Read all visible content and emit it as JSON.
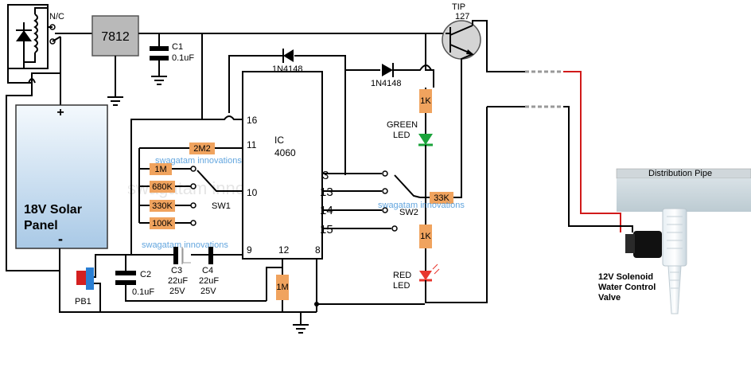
{
  "relay": {
    "label": "N/C"
  },
  "regulator": {
    "label": "7812"
  },
  "c1": {
    "name": "C1",
    "value": "0.1uF"
  },
  "ic": {
    "name": "IC",
    "part": "4060",
    "pins": {
      "p16": "16",
      "p11": "11",
      "p10": "10",
      "p9": "9",
      "p12": "12",
      "p8": "8",
      "p3": "3",
      "p13": "13",
      "p14": "14",
      "p15": "15"
    }
  },
  "diode1": {
    "label": "1N4148"
  },
  "diode2": {
    "label": "1N4148"
  },
  "transistor": {
    "name": "TIP",
    "part": "127"
  },
  "resistors": {
    "r_2m2": "2M2",
    "r_1m_top": "1M",
    "r_680k": "680K",
    "r_330k": "330K",
    "r_100k": "100K",
    "r_1k_green": "1K",
    "r_33k": "33K",
    "r_1k_red": "1K",
    "r_1m_bottom": "1M"
  },
  "switches": {
    "sw1": "SW1",
    "sw2": "SW2"
  },
  "leds": {
    "green_line1": "GREEN",
    "green_line2": "LED",
    "red_line1": "RED",
    "red_line2": "LED"
  },
  "solar": {
    "line1": "18V Solar",
    "line2": "Panel",
    "plus": "+",
    "minus": "-"
  },
  "c2": {
    "name": "C2",
    "value": "0.1uF"
  },
  "pb1": {
    "label": "PB1"
  },
  "c3": {
    "name": "C3",
    "value": "22uF",
    "voltage": "25V"
  },
  "c4": {
    "name": "C4",
    "value": "22uF",
    "voltage": "25V"
  },
  "pipe": {
    "label": "Distribution Pipe"
  },
  "valve": {
    "line1": "12V Solenoid",
    "line2": "Water Control",
    "line3": "Valve"
  },
  "watermark": {
    "text": "swagatam innovations",
    "partial": "swagatam innova"
  },
  "colors": {
    "resistor": "#f0a35e",
    "green_led": "#1aa33a",
    "red_led": "#e8352c",
    "button": "#d42020",
    "button_base": "#2a7fd4",
    "solar": "#cfe3f5",
    "red_wire": "#d11a1a"
  }
}
